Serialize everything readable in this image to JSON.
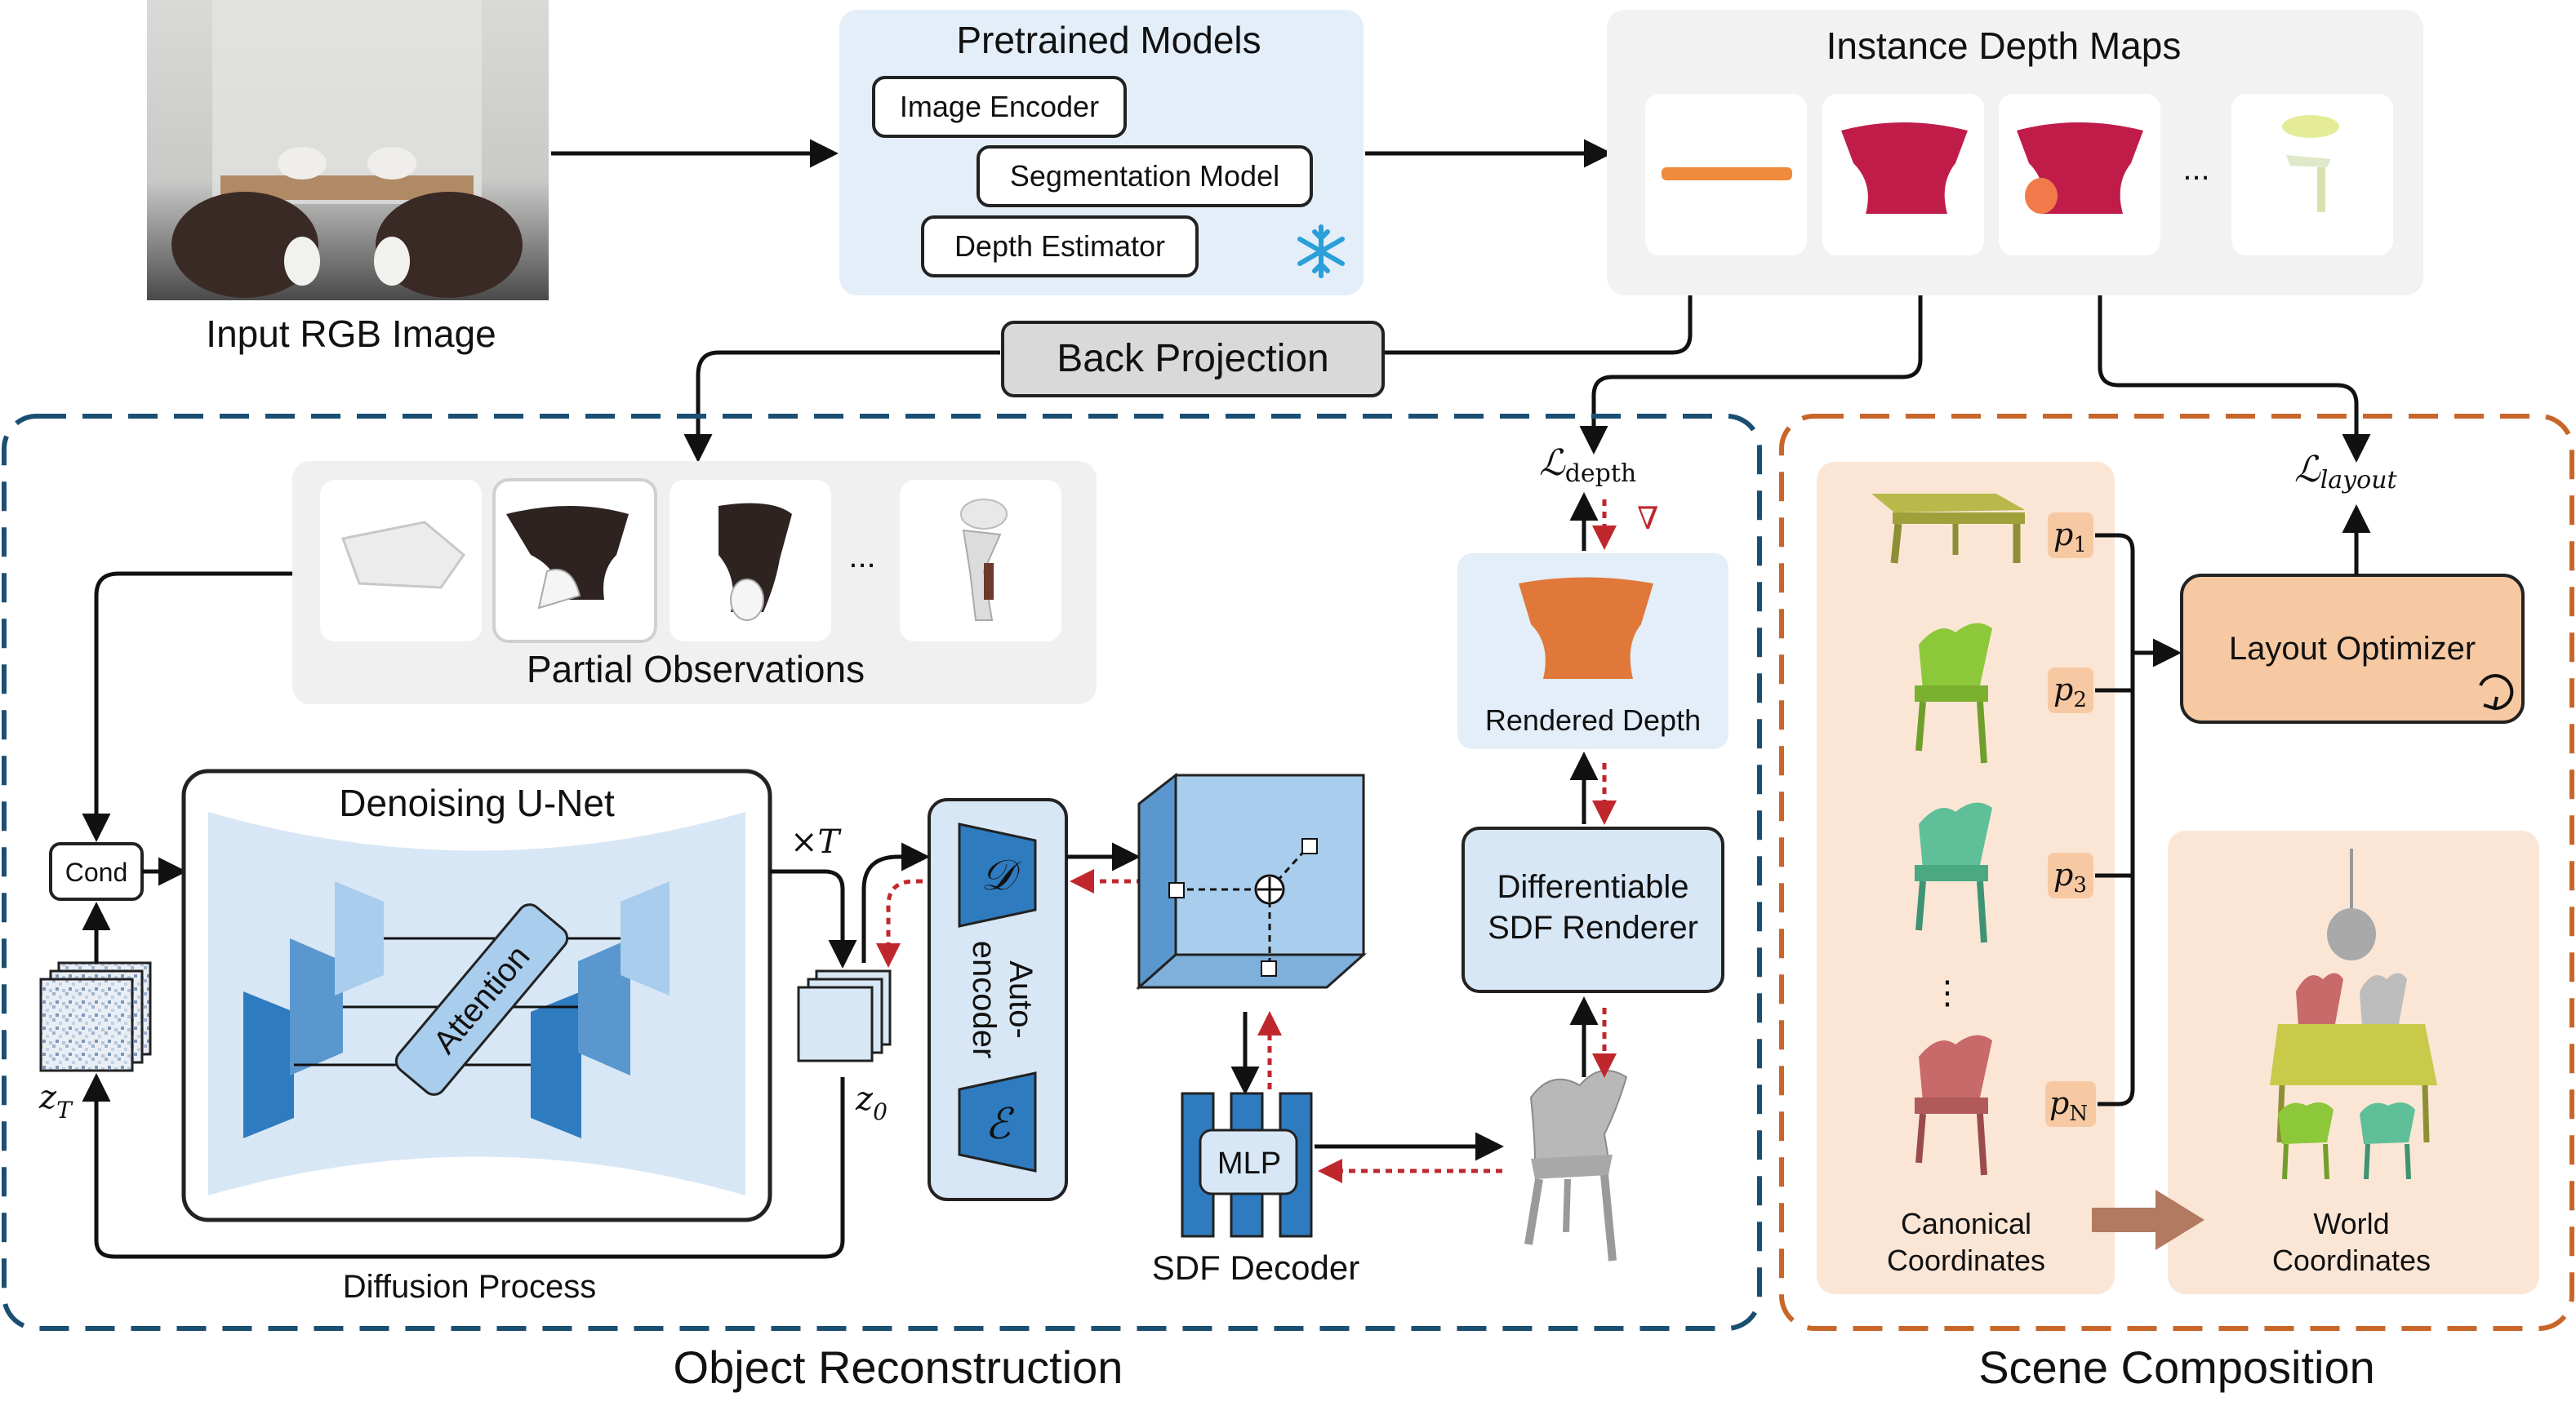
{
  "input": {
    "caption": "Input RGB Image"
  },
  "pretrained": {
    "title": "Pretrained Models",
    "models": [
      "Image Encoder",
      "Segmentation Model",
      "Depth Estimator"
    ],
    "frozen_icon": "snowflake-icon"
  },
  "instance_depth": {
    "title": "Instance Depth Maps",
    "ellipsis": "..."
  },
  "back_projection": {
    "label": "Back Projection"
  },
  "partial": {
    "title": "Partial Observations",
    "ellipsis": "..."
  },
  "unet": {
    "title": "Denoising U-Net",
    "attention": "Attention",
    "cond": "Cond",
    "times_t": "×T",
    "z_t": "z",
    "z_t_sub": "T",
    "z_0": "z",
    "z_0_sub": "0",
    "diffusion": "Diffusion Process"
  },
  "autoencoder": {
    "label_line1": "Auto-",
    "label_line2": "encoder",
    "decoder": "𝒟",
    "encoder": "ℰ"
  },
  "sdf": {
    "mlp": "MLP",
    "decoder": "SDF Decoder"
  },
  "renderer": {
    "line1": "Differentiable",
    "line2": "SDF Renderer"
  },
  "rendered_depth": {
    "label": "Rendered Depth"
  },
  "losses": {
    "depth_l": "ℒ",
    "depth_sub": "depth",
    "layout_l": "ℒ",
    "layout_sub": "layout",
    "grad": "∇"
  },
  "scene": {
    "poses": [
      {
        "p": "p",
        "sub": "1"
      },
      {
        "p": "p",
        "sub": "2"
      },
      {
        "p": "p",
        "sub": "3"
      },
      {
        "p": "p",
        "sub": "N"
      }
    ],
    "vdots": "⋮",
    "optimizer": "Layout Optimizer",
    "canonical_line1": "Canonical",
    "canonical_line2": "Coordinates",
    "world_line1": "World",
    "world_line2": "Coordinates"
  },
  "sections": {
    "object": "Object Reconstruction",
    "scene": "Scene Composition"
  },
  "colors": {
    "pretrained_bg": "#e3eef9",
    "panel_bg": "#f2f2f2",
    "blue_border": "#1b4f72",
    "orange_border": "#c8662a",
    "orange_fill": "#f7c9a2",
    "peach_bg": "#fbe6d6",
    "unet_blue": "#2f7bbf",
    "light_blue": "#a9cdec",
    "red_dashed": "#c0272d"
  }
}
